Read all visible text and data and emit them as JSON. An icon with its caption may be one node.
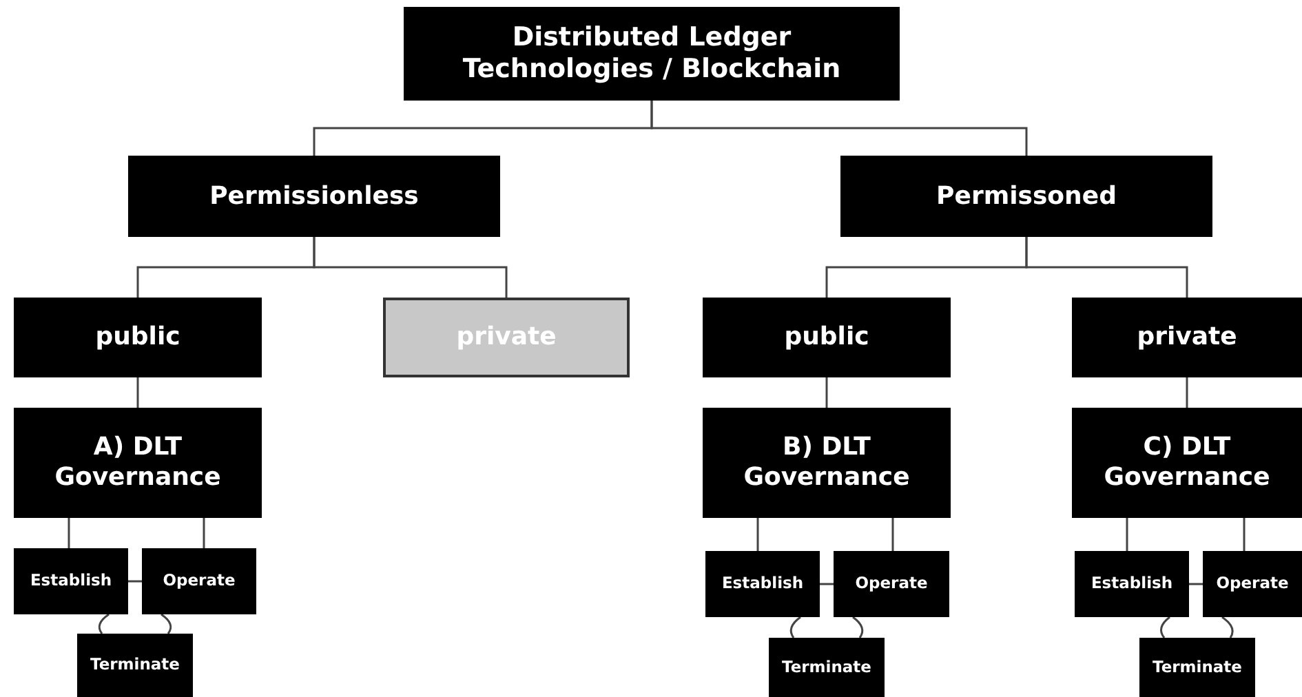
{
  "diagram": {
    "nodes": [
      {
        "text": [
          "Distributed Ledger Technologies / Blockchain"
        ]
      },
      {
        "text": [
          "Permissionless"
        ]
      },
      {
        "text": [
          "Permissoned"
        ]
      },
      {
        "text": [
          "public"
        ]
      },
      {
        "text": [
          "private"
        ]
      },
      {
        "text": [
          "public"
        ]
      },
      {
        "text": [
          "private"
        ]
      },
      {
        "text": [
          "A) DLT Governance"
        ]
      },
      {
        "text": [
          "B) DLT Governance"
        ]
      },
      {
        "text": [
          "C) DLT Governance"
        ]
      },
      {
        "text": [
          "Establish"
        ]
      },
      {
        "text": [
          "Operate"
        ]
      },
      {
        "text": [
          "Terminate"
        ]
      },
      {
        "text": [
          "Establish"
        ]
      },
      {
        "text": [
          "Operate"
        ]
      },
      {
        "text": [
          "Terminate"
        ]
      },
      {
        "text": [
          "Establish"
        ]
      },
      {
        "text": [
          "Operate"
        ]
      },
      {
        "text": [
          "Terminate"
        ]
      }
    ],
    "edges": [
      {
        "from": 0,
        "to": 1,
        "arrow": "none"
      },
      {
        "from": 0,
        "to": 2,
        "arrow": "none"
      },
      {
        "from": 1,
        "to": 3,
        "arrow": "none"
      },
      {
        "from": 1,
        "to": 4,
        "arrow": "none"
      },
      {
        "from": 2,
        "to": 5,
        "arrow": "none"
      },
      {
        "from": 2,
        "to": 6,
        "arrow": "none"
      },
      {
        "from": 3,
        "to": 7,
        "arrow": "none"
      },
      {
        "from": 5,
        "to": 8,
        "arrow": "none"
      },
      {
        "from": 6,
        "to": 9,
        "arrow": "none"
      },
      {
        "from": 7,
        "to": 10,
        "arrow": "none"
      },
      {
        "from": 7,
        "to": 11,
        "arrow": "none"
      },
      {
        "from": 10,
        "to": 11,
        "arrow": "none"
      },
      {
        "from": 10,
        "to": 12,
        "arrow": "none"
      },
      {
        "from": 11,
        "to": 12,
        "arrow": "none"
      },
      {
        "from": 8,
        "to": 13,
        "arrow": "none"
      },
      {
        "from": 8,
        "to": 14,
        "arrow": "none"
      },
      {
        "from": 13,
        "to": 14,
        "arrow": "none"
      },
      {
        "from": 13,
        "to": 15,
        "arrow": "none"
      },
      {
        "from": 14,
        "to": 15,
        "arrow": "none"
      },
      {
        "from": 9,
        "to": 16,
        "arrow": "none"
      },
      {
        "from": 9,
        "to": 17,
        "arrow": "none"
      },
      {
        "from": 16,
        "to": 17,
        "arrow": "none"
      },
      {
        "from": 16,
        "to": 18,
        "arrow": "none"
      },
      {
        "from": 17,
        "to": 18,
        "arrow": "none"
      }
    ]
  }
}
